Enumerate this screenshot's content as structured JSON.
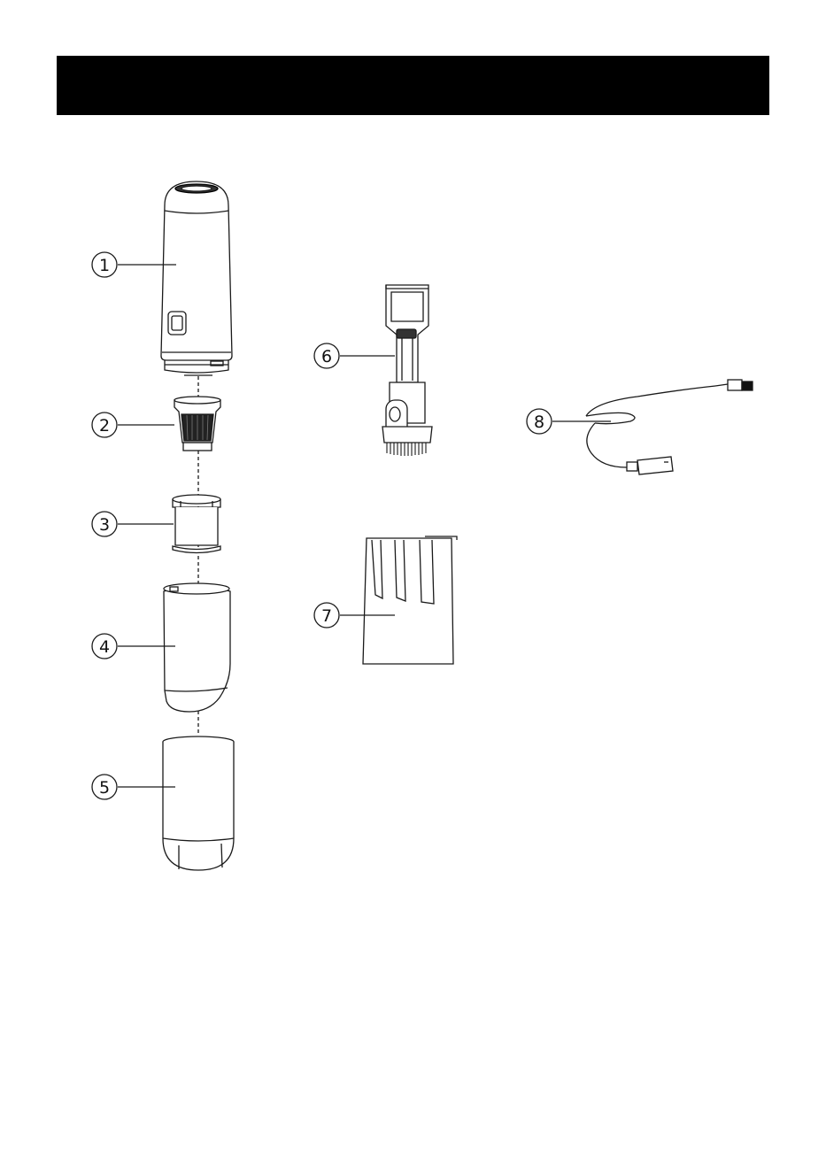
{
  "header": {
    "title": ""
  },
  "callouts": [
    {
      "id": "1",
      "label": "1"
    },
    {
      "id": "2",
      "label": "2"
    },
    {
      "id": "3",
      "label": "3"
    },
    {
      "id": "4",
      "label": "4"
    },
    {
      "id": "5",
      "label": "5"
    },
    {
      "id": "6",
      "label": "6"
    },
    {
      "id": "7",
      "label": "7"
    },
    {
      "id": "8",
      "label": "8"
    }
  ],
  "colors": {
    "stroke": "#1a1a1a",
    "header": "#000000",
    "background": "#ffffff"
  }
}
